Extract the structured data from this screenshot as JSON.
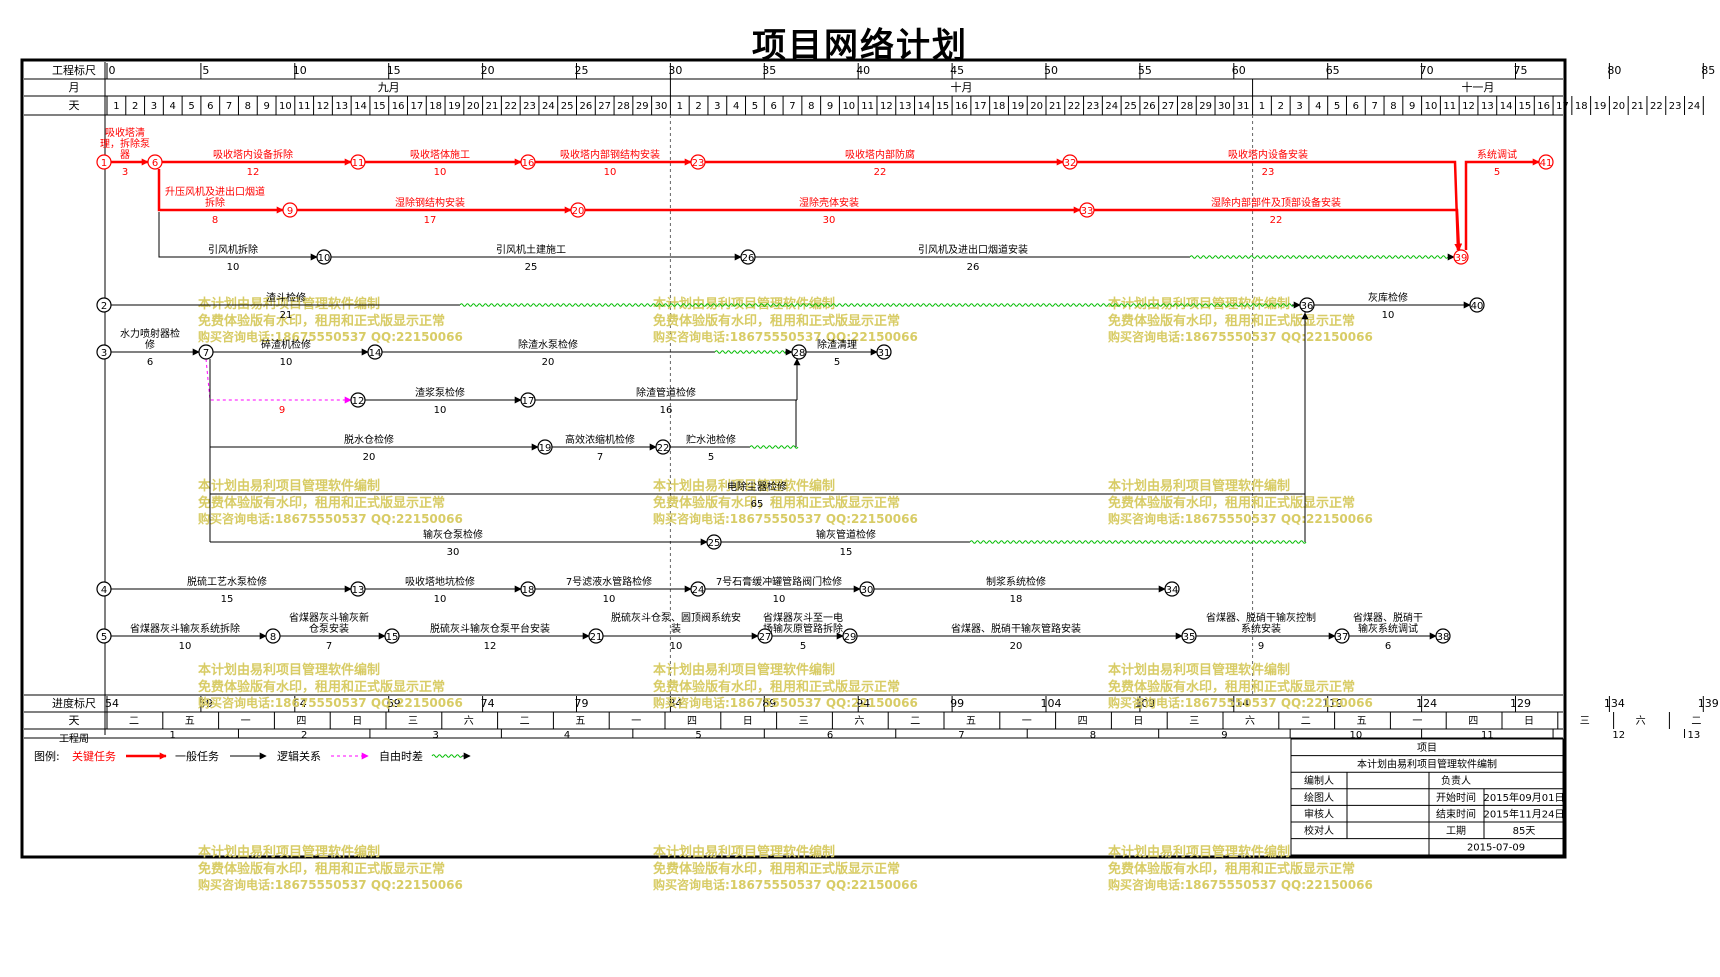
{
  "title": "项目网络计划",
  "colors": {
    "critical": "#ff0000",
    "normal": "#000000",
    "logic": "#ff00ff",
    "float": "#00bb00",
    "watermark": "#d8cc66"
  },
  "header": {
    "ruler_label": "工程标尺",
    "month_label": "月",
    "day_label": "天",
    "progress_label": "进度标尺",
    "weekday_label": "天",
    "week_label": "工程周",
    "ruler_ticks": [
      "0",
      "5",
      "10",
      "15",
      "20",
      "25",
      "30",
      "35",
      "40",
      "45",
      "50",
      "55",
      "60",
      "65",
      "70",
      "75",
      "80",
      "85"
    ],
    "months": [
      "九月",
      "十月",
      "十一月"
    ],
    "days_sep": [
      "1",
      "2",
      "3",
      "4",
      "5",
      "6",
      "7",
      "8",
      "9",
      "10",
      "11",
      "12",
      "13",
      "14",
      "15",
      "16",
      "17",
      "18",
      "19",
      "20",
      "21",
      "22",
      "23",
      "24",
      "25",
      "26",
      "27",
      "28",
      "29",
      "30"
    ],
    "days_oct": [
      "1",
      "2",
      "3",
      "4",
      "5",
      "6",
      "7",
      "8",
      "9",
      "10",
      "11",
      "12",
      "13",
      "14",
      "15",
      "16",
      "17",
      "18",
      "19",
      "20",
      "21",
      "22",
      "23",
      "24",
      "25",
      "26",
      "27",
      "28",
      "29",
      "30",
      "31"
    ],
    "days_nov": [
      "1",
      "2",
      "3",
      "4",
      "5",
      "6",
      "7",
      "8",
      "9",
      "10",
      "11",
      "12",
      "13",
      "14",
      "15",
      "16",
      "17",
      "18",
      "19",
      "20",
      "21",
      "22",
      "23",
      "24"
    ],
    "progress_ticks": [
      "54",
      "59",
      "64",
      "69",
      "74",
      "79",
      "84",
      "89",
      "94",
      "99",
      "104",
      "109",
      "114",
      "119",
      "124",
      "129",
      "134",
      "139"
    ],
    "weekdays": [
      "二",
      "五",
      "一",
      "四",
      "日",
      "三",
      "六",
      "二",
      "五",
      "一",
      "四",
      "日",
      "三",
      "六",
      "二",
      "五",
      "一",
      "四",
      "日",
      "三",
      "六",
      "二",
      "五",
      "一",
      "四",
      "日",
      "三",
      "六",
      "二",
      "五",
      "一",
      "四",
      "日",
      "三",
      "六",
      "二",
      "五",
      "一",
      "三",
      "六",
      "二"
    ],
    "weeks": [
      "1",
      "2",
      "3",
      "4",
      "5",
      "6",
      "7",
      "8",
      "9",
      "10",
      "11",
      "12",
      "13"
    ]
  },
  "nodes": [
    {
      "id": "1"
    },
    {
      "id": "6"
    },
    {
      "id": "11"
    },
    {
      "id": "16"
    },
    {
      "id": "23"
    },
    {
      "id": "32"
    },
    {
      "id": "41"
    },
    {
      "id": "9"
    },
    {
      "id": "20"
    },
    {
      "id": "33"
    },
    {
      "id": "39"
    },
    {
      "id": "10"
    },
    {
      "id": "26"
    },
    {
      "id": "2"
    },
    {
      "id": "36"
    },
    {
      "id": "40"
    },
    {
      "id": "3"
    },
    {
      "id": "7"
    },
    {
      "id": "14"
    },
    {
      "id": "28"
    },
    {
      "id": "31"
    },
    {
      "id": "12"
    },
    {
      "id": "17"
    },
    {
      "id": "19"
    },
    {
      "id": "22"
    },
    {
      "id": "25"
    },
    {
      "id": "4"
    },
    {
      "id": "13"
    },
    {
      "id": "18"
    },
    {
      "id": "24"
    },
    {
      "id": "30"
    },
    {
      "id": "34"
    },
    {
      "id": "5"
    },
    {
      "id": "8"
    },
    {
      "id": "15"
    },
    {
      "id": "21"
    },
    {
      "id": "27"
    },
    {
      "id": "29"
    },
    {
      "id": "35"
    },
    {
      "id": "37"
    },
    {
      "id": "38"
    }
  ],
  "tasks": [
    {
      "name": "吸收塔清理，拆除泵器",
      "dur": "3"
    },
    {
      "name": "吸收塔内设备拆除",
      "dur": "12"
    },
    {
      "name": "吸收塔体施工",
      "dur": "10"
    },
    {
      "name": "吸收塔内部钢结构安装",
      "dur": "10"
    },
    {
      "name": "吸收塔内部防腐",
      "dur": "22"
    },
    {
      "name": "吸收塔内设备安装",
      "dur": "23"
    },
    {
      "name": "系统调试",
      "dur": "5"
    },
    {
      "name": "升压风机及进出口烟道拆除",
      "dur": "8"
    },
    {
      "name": "湿除钢结构安装",
      "dur": "17"
    },
    {
      "name": "湿除壳体安装",
      "dur": "30"
    },
    {
      "name": "湿除内部部件及顶部设备安装",
      "dur": "22"
    },
    {
      "name": "引风机拆除",
      "dur": "10"
    },
    {
      "name": "引风机土建施工",
      "dur": "25"
    },
    {
      "name": "引风机及进出口烟道安装",
      "dur": "26"
    },
    {
      "name": "渣斗检修",
      "dur": "21"
    },
    {
      "name": "灰库检修",
      "dur": "10"
    },
    {
      "name": "水力喷射器检修",
      "dur": "6"
    },
    {
      "name": "碎渣机检修",
      "dur": "10"
    },
    {
      "name": "除渣水泵检修",
      "dur": "20"
    },
    {
      "name": "除渣清理",
      "dur": "5"
    },
    {
      "name": "",
      "dur": "9"
    },
    {
      "name": "渣浆泵检修",
      "dur": "10"
    },
    {
      "name": "除渣管道检修",
      "dur": "16"
    },
    {
      "name": "脱水仓检修",
      "dur": "20"
    },
    {
      "name": "高效浓缩机检修",
      "dur": "7"
    },
    {
      "name": "贮水池检修",
      "dur": "5"
    },
    {
      "name": "电除尘器检修",
      "dur": "65"
    },
    {
      "name": "输灰仓泵检修",
      "dur": "30"
    },
    {
      "name": "输灰管道检修",
      "dur": "15"
    },
    {
      "name": "脱硫工艺水泵检修",
      "dur": "15"
    },
    {
      "name": "吸收塔地坑检修",
      "dur": "10"
    },
    {
      "name": "7号滤液水管路检修",
      "dur": "10"
    },
    {
      "name": "7号石膏缓冲罐管路阀门检修",
      "dur": "10"
    },
    {
      "name": "制浆系统检修",
      "dur": "18"
    },
    {
      "name": "省煤器灰斗输灰系统拆除",
      "dur": "10"
    },
    {
      "name": "省煤器灰斗输灰新仓泵安装",
      "dur": "7"
    },
    {
      "name": "脱硫灰斗输灰仓泵平台安装",
      "dur": "12"
    },
    {
      "name": "脱硫灰斗仓泵、圆顶阀系统安装",
      "dur": "10"
    },
    {
      "name": "省煤器灰斗至一电场输灰原管路拆除",
      "dur": "5"
    },
    {
      "name": "省煤器、脱硝干输灰管路安装",
      "dur": "20"
    },
    {
      "name": "省煤器、脱硝干输灰控制系统安装",
      "dur": "9"
    },
    {
      "name": "省煤器、脱硝干输灰系统调试",
      "dur": "6"
    }
  ],
  "legend": {
    "label": "图例:",
    "critical": "关键任务",
    "normal": "一般任务",
    "logic": "逻辑关系",
    "float": "自由时差"
  },
  "watermark": {
    "line1": "本计划由易利项目管理软件编制",
    "line2": "免费体验版有水印，租用和正式版显示正常",
    "line3": "购买咨询电话:18675550537 QQ:22150066"
  },
  "info": {
    "project_label": "项目",
    "project_value": "本计划由易利项目管理软件编制",
    "compiler": "编制人",
    "owner": "负责人",
    "drawer": "绘图人",
    "start_label": "开始时间",
    "start_value": "2015年09月01日",
    "reviewer": "审核人",
    "end_label": "结束时间",
    "end_value": "2015年11月24日",
    "checker": "校对人",
    "duration_label": "工期",
    "duration_value": "85天",
    "date": "2015-07-09"
  }
}
